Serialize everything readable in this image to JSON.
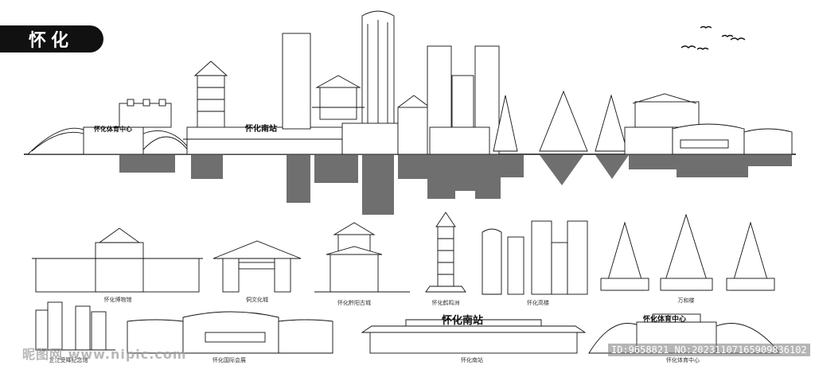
{
  "header": {
    "city_title": "怀化"
  },
  "skyline": {
    "sports_center_sign": "怀化体育中心",
    "south_station_sign": "怀化南站"
  },
  "captions": {
    "museum": "怀化博物馆",
    "dong_city": "侗文化城",
    "qianyang": "怀化黔阳古城",
    "hemingzhou": "怀化鹤鸣洲",
    "highrise": "怀化高楼",
    "wanhe": "万和楼",
    "memorial": "芷江受降纪念馆",
    "expo": "怀化国际会展",
    "south_station": "怀化南站",
    "sports": "怀化体育中心"
  },
  "bottom": {
    "south_station_sign": "怀化南站",
    "sports_center_sign": "怀化体育中心"
  },
  "watermark": {
    "site": "昵图网 www.nipic.com",
    "id": "ID:9658821 NO:20231107165909836102"
  },
  "colors": {
    "ink": "#111111",
    "reflection": "#6f6f6f",
    "background": "#ffffff"
  }
}
